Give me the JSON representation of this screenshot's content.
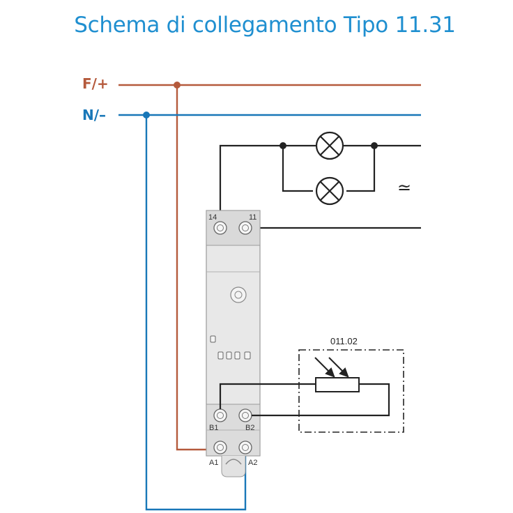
{
  "title": "Schema di collegamento Tipo 11.31",
  "lines": {
    "phase_label": "F/+",
    "neutral_label": "N/–"
  },
  "terminals": {
    "t14": "14",
    "t11": "11",
    "b1": "B1",
    "b2": "B2",
    "a1": "A1",
    "a2": "A2"
  },
  "sensor": {
    "code": "011.02"
  },
  "load": {
    "ac_symbol": "≃",
    "lamp_count": 2
  },
  "colors": {
    "title": "#1f8fd0",
    "phase": "#b55a3c",
    "neutral": "#1877b8",
    "wire": "#222222",
    "device_body": "#e6e6e6"
  }
}
